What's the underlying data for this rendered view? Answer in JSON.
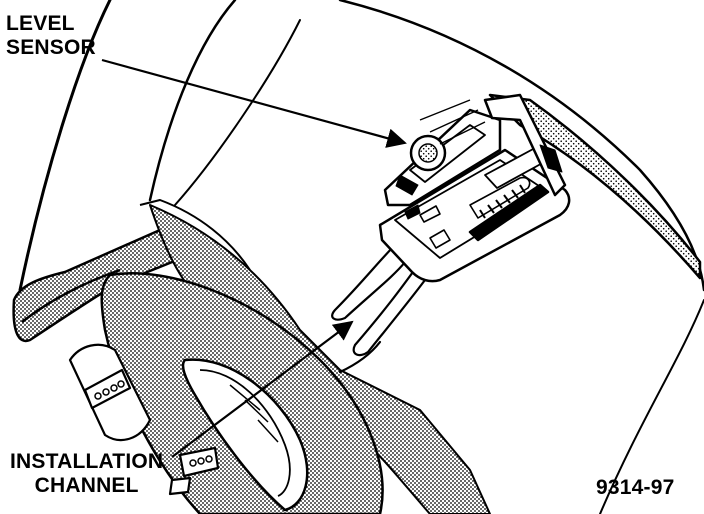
{
  "labels": {
    "level_sensor": [
      "LEVEL",
      "SENSOR"
    ],
    "installation_channel": [
      "INSTALLATION",
      "CHANNEL"
    ],
    "figure_number": "9314-97"
  },
  "colors": {
    "ink": "#000000",
    "paper": "#ffffff",
    "stipple": "#8a8a8a"
  }
}
